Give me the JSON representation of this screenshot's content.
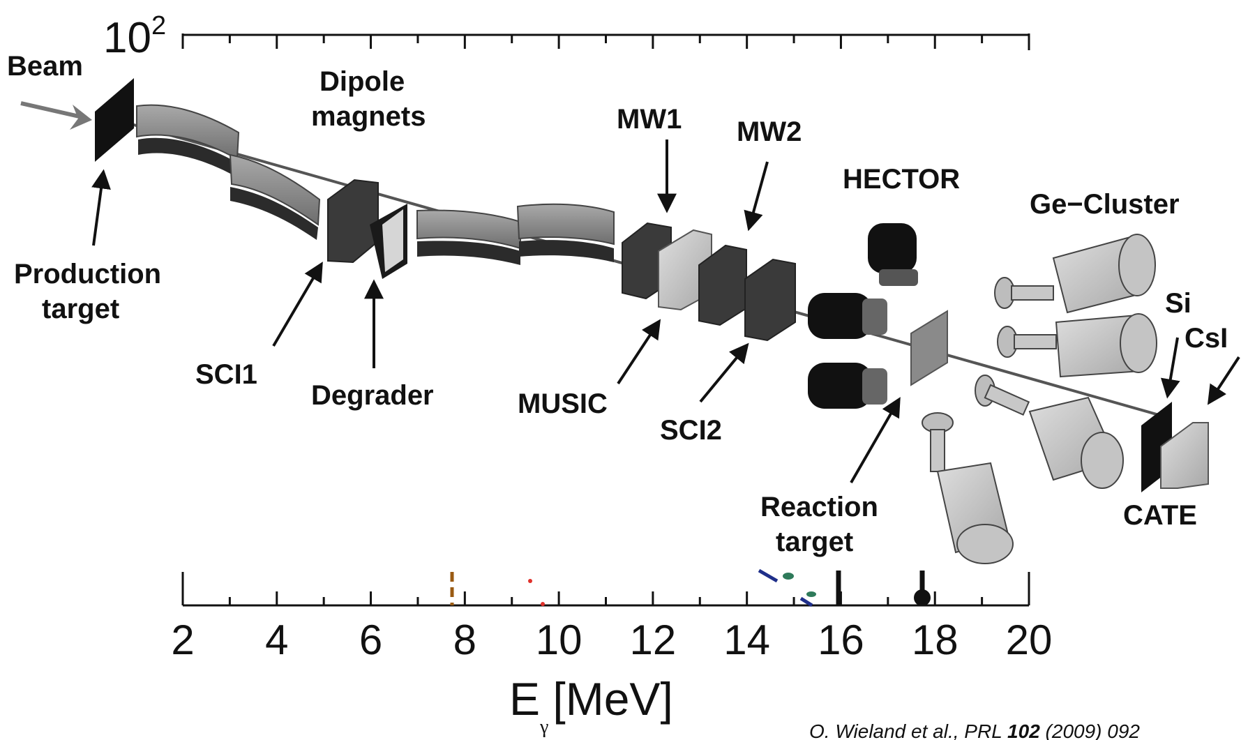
{
  "axis": {
    "top_label_base": "10",
    "top_label_exp": "2",
    "x_ticks": [
      "2",
      "4",
      "6",
      "8",
      "10",
      "12",
      "14",
      "16",
      "18",
      "20"
    ],
    "x_label_main": "E",
    "x_label_sub": "γ",
    "x_label_unit": "[MeV]"
  },
  "labels": {
    "beam": "Beam",
    "dipole_1": "Dipole",
    "dipole_2": "magnets",
    "production_1": "Production",
    "production_2": "target",
    "sci1": "SCI1",
    "degrader": "Degrader",
    "mw1": "MW1",
    "mw2": "MW2",
    "music": "MUSIC",
    "sci2": "SCI2",
    "hector": "HECTOR",
    "ge_cluster": "Ge−Cluster",
    "si": "Si",
    "csi": "CsI",
    "cate": "CATE",
    "reaction_1": "Reaction",
    "reaction_2": "target"
  },
  "citation": {
    "authors": "O. Wieland et al., PRL ",
    "volume": "102",
    "rest": " (2009) 092"
  },
  "colors": {
    "dark_detector": "#1a1a1a",
    "magnet_gray": "#8d8d8d",
    "light_gray": "#c4c4c4",
    "brown_marker": "#9a5a12",
    "blue_marker": "#1f2f8a",
    "green_marker": "#2e7a5a",
    "red_marker": "#e0302a"
  }
}
